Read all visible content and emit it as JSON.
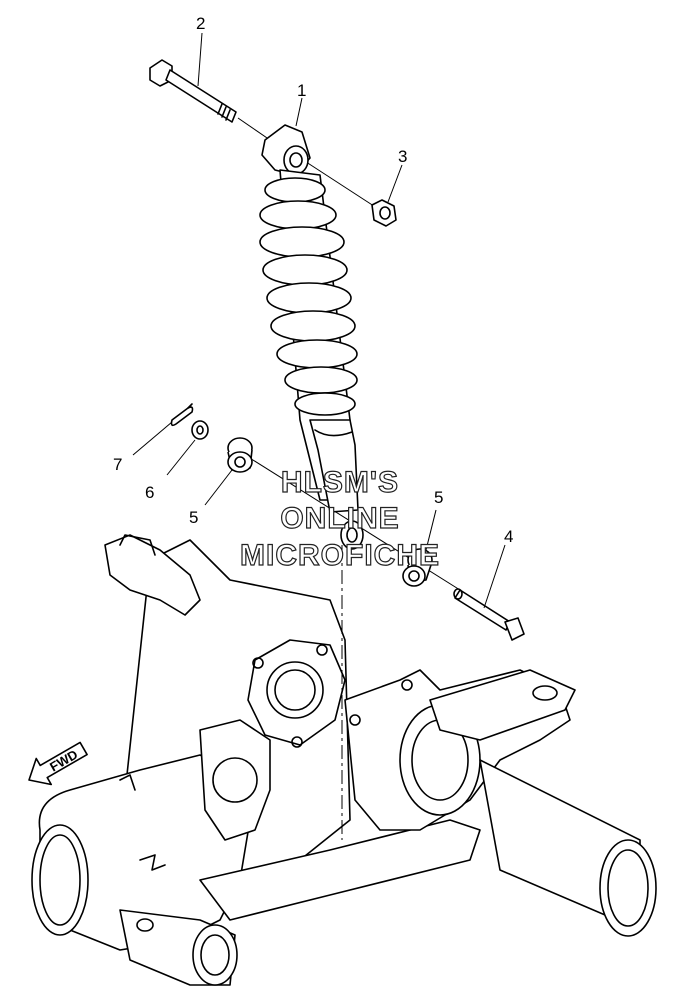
{
  "callouts": [
    {
      "id": "1",
      "label": "1"
    },
    {
      "id": "2",
      "label": "2"
    },
    {
      "id": "3",
      "label": "3"
    },
    {
      "id": "4",
      "label": "4"
    },
    {
      "id": "5a",
      "label": "5"
    },
    {
      "id": "5b",
      "label": "5"
    },
    {
      "id": "6",
      "label": "6"
    },
    {
      "id": "7",
      "label": "7"
    }
  ],
  "watermark": {
    "line1": "HLSM'S",
    "line2": "ONLINE",
    "line3": "MICROFICHE"
  },
  "direction_arrow": {
    "label": "FWD"
  }
}
